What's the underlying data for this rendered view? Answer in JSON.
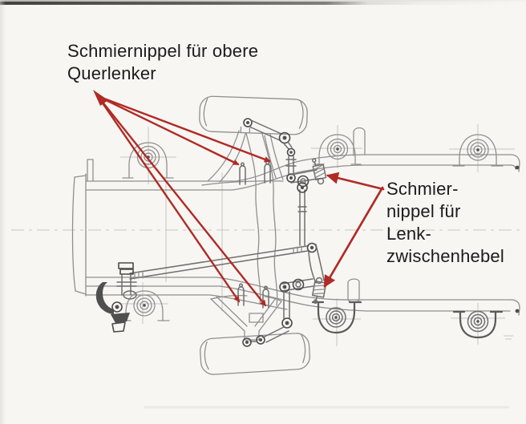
{
  "page": {
    "background": "#f7f6f3"
  },
  "scan_artifacts": {
    "top_bar_color": "#4a4845",
    "left_strip_color": "#d6d4cf"
  },
  "diagram": {
    "kind": "technical line drawing, chassis front-axle top view",
    "ink_color": "#8f8f8f",
    "accent_color": "#b12a25",
    "annotations": {
      "upper_left_label": {
        "lines": [
          "Schmiernippel für obere",
          "Querlenker"
        ],
        "pointer_count": 4
      },
      "right_label": {
        "lines": [
          "Schmier-",
          "nippel für",
          "Lenk-",
          "zwischenhebel"
        ],
        "pointer_count": 2
      }
    }
  }
}
